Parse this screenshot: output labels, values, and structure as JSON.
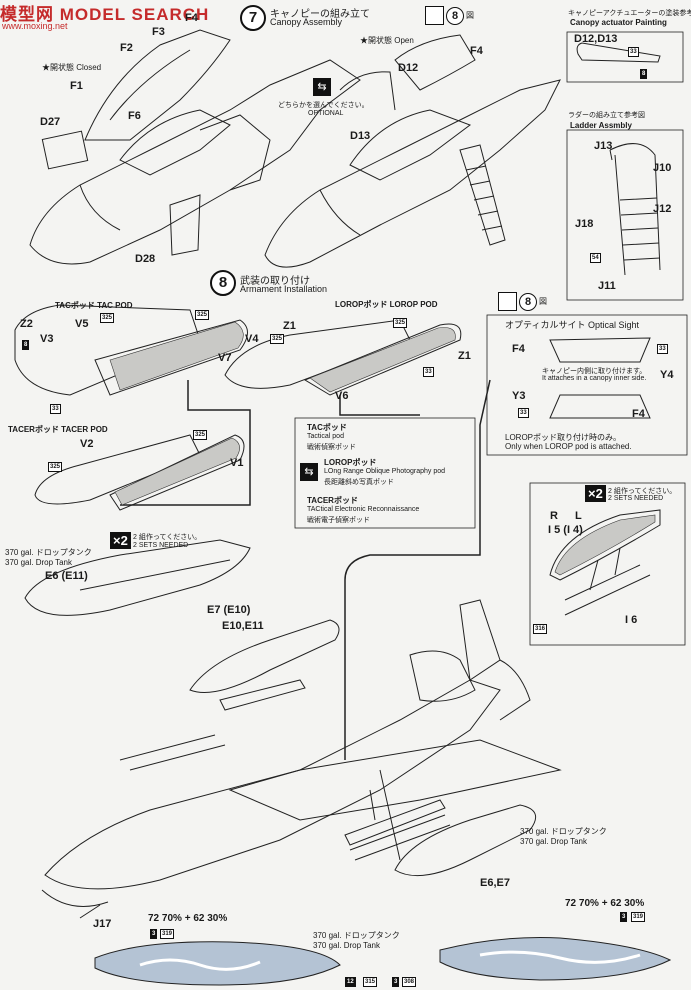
{
  "watermark": {
    "title": "模型网 MODEL SEARCH",
    "url": "www.moxing.net"
  },
  "step7": {
    "number": "7",
    "title_jp": "キャノピーの組み立て",
    "title_en": "Canopy Assembly",
    "closed_label": "★開状態 Closed",
    "open_label": "★開状態 Open",
    "optional_jp": "どちらかを選んでください。",
    "optional_en": "OPTIONAL",
    "brush_ref": "8",
    "brush_ref_suffix": "図",
    "parts_left": [
      "F4",
      "F3",
      "F2",
      "F1",
      "F6",
      "D27",
      "D28"
    ],
    "parts_right": [
      "F4",
      "D12",
      "D13"
    ]
  },
  "canopy_actuator": {
    "title_jp": "キャノピーアクチュエーターの塗装参考図",
    "title_en": "Canopy actuator Painting",
    "parts": "D12,D13",
    "colors": [
      "33",
      "8"
    ]
  },
  "ladder": {
    "title_jp": "ラダーの組み立て参考図",
    "title_en": "Ladder Assmbly",
    "parts": [
      "J13",
      "J10",
      "J12",
      "J18",
      "J11"
    ],
    "color": "54"
  },
  "step8": {
    "number": "8",
    "title_jp": "武装の取り付け",
    "title_en": "Armament Installation",
    "tac_pod": "TACポッド TAC POD",
    "lorop_pod": "LOROPポッド LOROP POD",
    "tacer_pod": "TACERポッド TACER POD",
    "parts_tac": [
      "Z2",
      "V5",
      "V3",
      "V4"
    ],
    "parts_lorop": [
      "Z1",
      "V7",
      "V6",
      "Z1"
    ],
    "parts_tacer": [
      "V2",
      "V1"
    ],
    "colors": [
      "325",
      "8",
      "33"
    ]
  },
  "optical_sight": {
    "brush_ref": "8",
    "brush_ref_suffix": "図",
    "title": "オプティカルサイト Optical Sight",
    "parts": [
      "F4",
      "Y4",
      "Y3",
      "F4"
    ],
    "note_jp": "キャノピー内側に取り付けます。",
    "note_en": "It attaches in a canopy inner side.",
    "color": "33",
    "lorop_note_jp": "LOROPポッド取り付け時のみ。",
    "lorop_note_en": "Only when LOROP pod is attached."
  },
  "pod_legend": {
    "tac": {
      "name": "TACポッド",
      "en": "Tactical pod",
      "jp": "戦術偵察ポッド"
    },
    "lorop": {
      "name": "LOROPポッド",
      "en": "LOng Range Oblique Photography pod",
      "jp": "長距離斜め写真ポッド"
    },
    "tacer": {
      "name": "TACERポッド",
      "en": "TACtical Electronic Reconnaissance",
      "jp": "戦術電子偵察ポッド"
    }
  },
  "pylon": {
    "multiplier": "×2",
    "sets_jp": "2 組作ってください。",
    "sets_en": "2 SETS NEEDED",
    "parts": [
      "R",
      "L",
      "I 5 (I 4)",
      "I 6"
    ],
    "color": "316"
  },
  "drop_tank_left": {
    "multiplier": "×2",
    "sets_jp": "2 組作ってください。",
    "sets_en": "2 SETS NEEDED",
    "label_jp": "370 gal. ドロップタンク",
    "label_en": "370 gal. Drop Tank",
    "parts": [
      "E6 (E11)",
      "E7 (E10)",
      "E10,E11"
    ]
  },
  "drop_tank_center": {
    "label_jp": "370 gal. ドロップタンク",
    "label_en": "370 gal. Drop Tank",
    "parts": "E6,E7"
  },
  "probe_part": "J17",
  "paint_left": {
    "mix": "72 70% + 62 30%",
    "camo": "319"
  },
  "paint_right": {
    "mix": "72 70% + 62 30%",
    "camo": "319"
  },
  "bottom_tank": {
    "label_jp": "370 gal. ドロップタンク",
    "label_en": "370 gal. Drop Tank"
  },
  "bottom_paint": [
    "315",
    "308"
  ]
}
